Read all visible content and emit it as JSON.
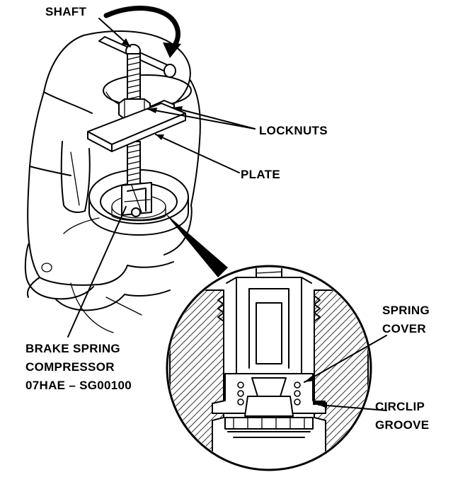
{
  "figure": {
    "labels": {
      "shaft": "SHAFT",
      "locknuts": "LOCKNUTS",
      "plate": "PLATE",
      "brake_spring_compressor": [
        "BRAKE SPRING",
        "COMPRESSOR",
        "07HAE – SG00100"
      ],
      "spring_cover": [
        "SPRING",
        "COVER"
      ],
      "circlip_groove": [
        "CIRCLIP",
        "GROOVE"
      ]
    }
  }
}
